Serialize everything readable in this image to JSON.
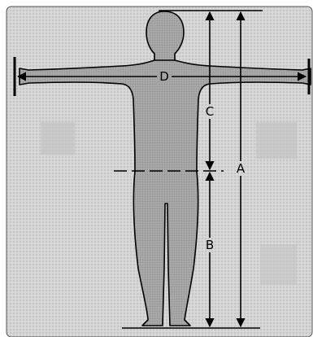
{
  "diagram": {
    "labels": {
      "A": "A",
      "B": "B",
      "C": "C",
      "D": "D"
    },
    "colors": {
      "background": "#cfcfcf",
      "figure": "#a9a9a9",
      "ink": "#000000"
    }
  }
}
